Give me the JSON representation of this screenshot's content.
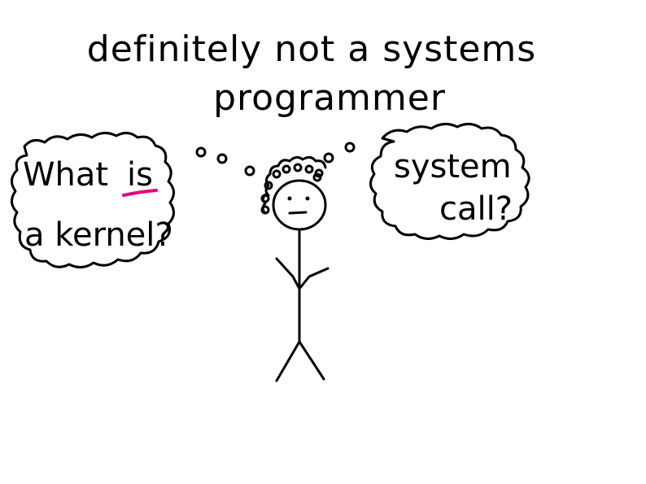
{
  "title": {
    "line1": "definitely not a systems",
    "line2": "programmer"
  },
  "left_bubble": {
    "line1_word1": "What",
    "line1_word2": "is",
    "line2": "a kernel?",
    "underline_color": "#e6007e"
  },
  "right_bubble": {
    "line1": "system",
    "line2": "call?"
  },
  "figure": {
    "description_icon": "stick-figure-icon"
  }
}
